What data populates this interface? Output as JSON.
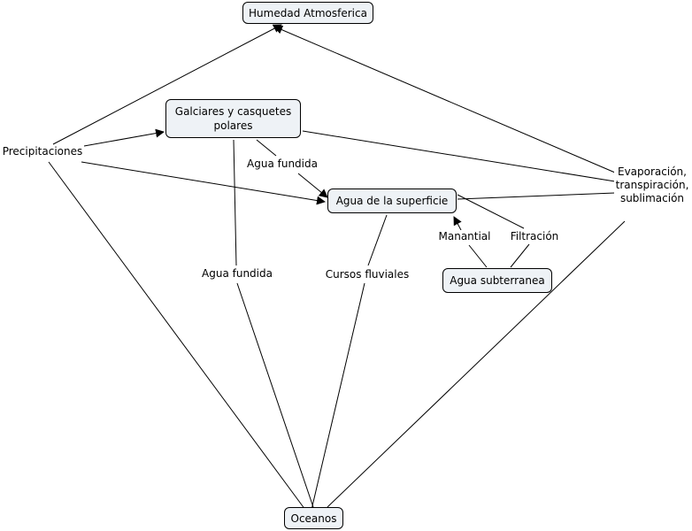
{
  "nodes": {
    "humedad": "Humedad Atmosferica",
    "glaciares": "Galciares y casquetes polares",
    "superficie": "Agua de la superficie",
    "subterranea": "Agua subterranea",
    "oceanos": "Oceanos"
  },
  "links": {
    "precipitaciones": "Precipitaciones",
    "evaporacion": "Evaporación, transpiración, sublimación",
    "agua_fundida_1": "Agua fundida",
    "agua_fundida_2": "Agua fundida",
    "cursos_fluviales": "Cursos fluviales",
    "manantial": "Manantial",
    "filtracion": "Filtración"
  }
}
